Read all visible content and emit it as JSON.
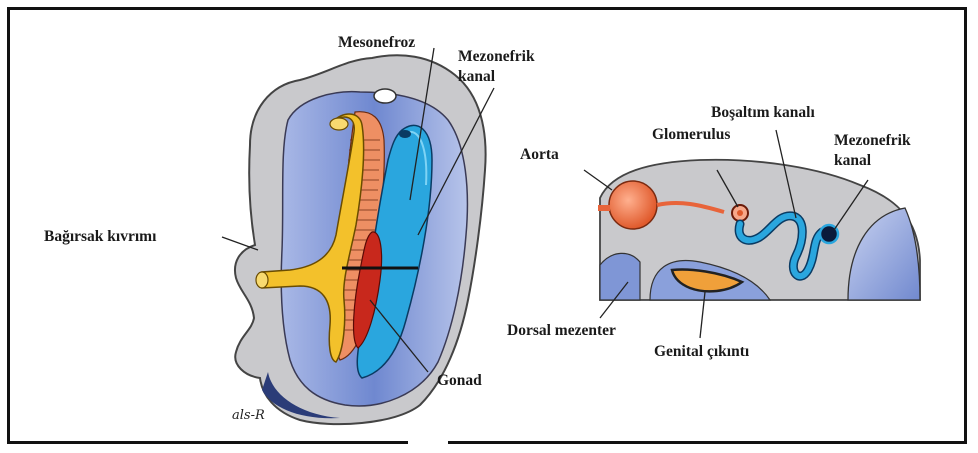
{
  "labels": {
    "mesonefroz": "Mesonefroz",
    "mezonefrik_kanal_left_1": "Mezonefrik",
    "mezonefrik_kanal_left_2": "kanal",
    "bagirsak_kivrimi": "Bağırsak kıvrımı",
    "gonad": "Gonad",
    "aorta": "Aorta",
    "glomerulus": "Glomerulus",
    "bosaltim_kanali": "Boşaltım kanalı",
    "mezonefrik_kanal_right_1": "Mezonefrik",
    "mezonefrik_kanal_right_2": "kanal",
    "dorsal_mezenter": "Dorsal mezenter",
    "genital_cikinti": "Genital çıkıntı"
  },
  "signature": "als-R",
  "colors": {
    "embryo_outer": "#c9c9cc",
    "body_cavity": "#7f96d6",
    "gut": "#f3c12b",
    "mesonephros": "#ee8f63",
    "duct": "#2aa6de",
    "gonad": "#c8281c",
    "aorta": "#f07a4c"
  }
}
